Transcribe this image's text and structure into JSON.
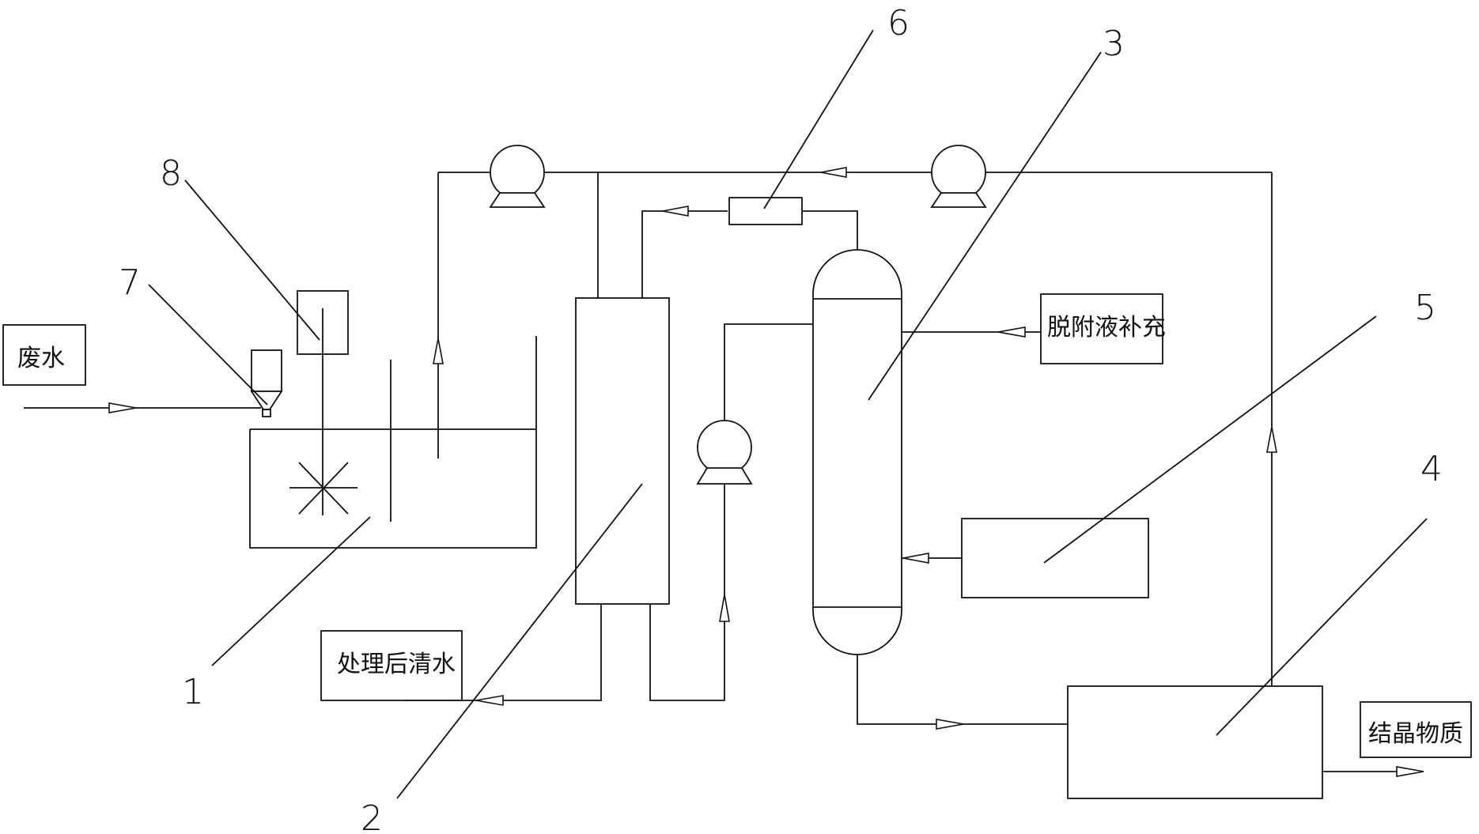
{
  "diagram": {
    "labels": {
      "wastewater": "废水",
      "treated_water": "处理后清水",
      "desorbent_supply": "脱附液补充",
      "crystal_product": "结晶物质"
    },
    "numbers": {
      "n1": "1",
      "n2": "2",
      "n3": "3",
      "n4": "4",
      "n5": "5",
      "n6": "6",
      "n7": "7",
      "n8": "8"
    }
  }
}
